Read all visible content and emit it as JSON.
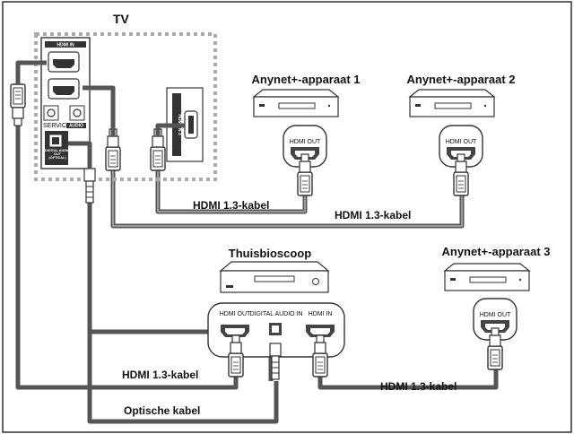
{
  "tv": {
    "label": "TV",
    "hdmi_in_label": "HDMI IN",
    "hdmi3_label": "HDMI IN 3",
    "service_label": "SERVICE",
    "audio_label": "AUDIO",
    "digital_out_label": "DIGITAL AUDIO OUT (OPTICAL)"
  },
  "devices": {
    "anynet1": {
      "label": "Anynet+-apparaat 1",
      "port_label": "HDMI OUT"
    },
    "anynet2": {
      "label": "Anynet+-apparaat 2",
      "port_label": "HDMI OUT"
    },
    "anynet3": {
      "label": "Anynet+-apparaat 3",
      "port_label": "HDMI OUT"
    },
    "home_theater": {
      "label": "Thuisbioscoop",
      "port_hdmi_out": "HDMI OUT",
      "port_digital_audio_in": "DIGITAL AUDIO IN",
      "port_hdmi_in": "HDMI IN"
    }
  },
  "cables": {
    "tv_to_anynet1": "HDMI 1.3-kabel",
    "tv_to_anynet2": "HDMI 1.3-kabel",
    "tv_to_hometheater": "HDMI 1.3-kabel",
    "hometheater_to_anynet3": "HDMI 1.3-kabel",
    "optical": "Optische kabel"
  }
}
